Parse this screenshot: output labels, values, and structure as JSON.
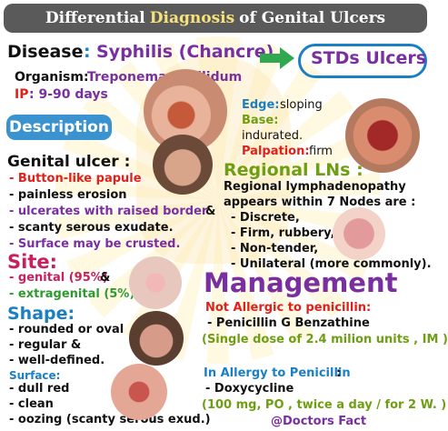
{
  "title": {
    "part1": "Differential",
    "part2": "Diagnosis",
    "part3": "of Genital Ulcers"
  },
  "disease": {
    "label": "Disease",
    "colon": ":",
    "name": "Syphilis (Chancre)"
  },
  "badge": "STDs Ulcers",
  "organism": {
    "label": "Organism:",
    "value": "Treponema Paallidum"
  },
  "ip": {
    "label": "IP",
    "value": ": 9-90 days"
  },
  "description_button": "Description",
  "edge": {
    "label": "Edge:",
    "value": "sloping"
  },
  "base": {
    "label": "Base:",
    "value": "indurated."
  },
  "palpation": {
    "label": "Palpation:",
    "value": "firm"
  },
  "genital_ulcer": {
    "title": "Genital ulcer :",
    "items": [
      "- Button-like papule",
      "- painless erosion",
      "- ulcerates with raised border",
      "&",
      "- scanty serous exudate.",
      "- Surface may be crusted."
    ]
  },
  "regional": {
    "title": "Regional LNs :",
    "line1": "Regional lymphadenopathy",
    "line2": "appears within 7 Nodes are :",
    "items": [
      "- Discrete,",
      "- Firm, rubbery,",
      "- Non-tender,",
      "- Unilateral (more commonly)."
    ]
  },
  "site": {
    "title": "Site:",
    "item1": "- genital (95%)",
    "amp": "&",
    "item2": "- extragenital (5%)"
  },
  "management": {
    "title": "Management",
    "not_allergic": "Not Allergic to penicillin:",
    "drug1": "- Penicillin G Benzathine",
    "dose1": "(Single dose of 2.4 milion units , IM )",
    "allergic": "In Allergy to Penicillin",
    "allergic_colon": ":",
    "drug2": "- Doxycycline",
    "dose2": "(100 mg, PO , twice a day / for 2 W. )",
    "credit": "@Doctors Fact"
  },
  "shape": {
    "title": "Shape:",
    "items": [
      "- rounded or oval",
      "- regular &",
      "- well-defined."
    ]
  },
  "surface": {
    "title": "Surface:",
    "items": [
      "- dull red",
      "- clean",
      "- oozing (scanty serous exud.)"
    ]
  }
}
